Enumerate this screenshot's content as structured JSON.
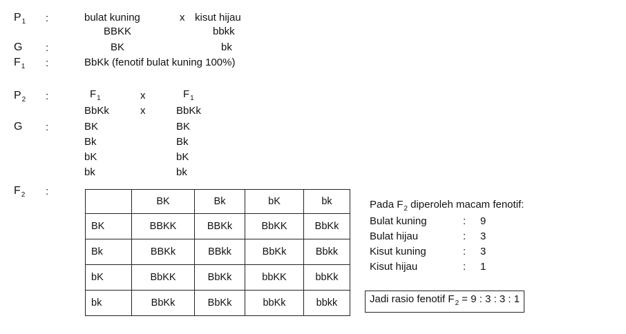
{
  "cross": {
    "p1": {
      "label": "P",
      "label_sub": "1",
      "colon": ":",
      "parent_a": "bulat  kuning",
      "times": "x",
      "parent_b": "kisut  hijau",
      "genotype_a": "BBKK",
      "genotype_b": "bbkk"
    },
    "g1": {
      "label": "G",
      "colon": ":",
      "gamete_a": "BK",
      "gamete_b": "bk"
    },
    "f1": {
      "label": "F",
      "label_sub": "1",
      "colon": ":",
      "text": "BbKk (fenotif bulat  kuning  100%)"
    },
    "p2": {
      "label": "P",
      "label_sub": "2",
      "colon": ":",
      "parent_a": "F",
      "parent_a_sub": "1",
      "times": "x",
      "parent_b": "F",
      "parent_b_sub": "1",
      "genotype_a": "BbKk",
      "times2": "x",
      "genotype_b": "BbKk"
    },
    "g2": {
      "label": "G",
      "colon": ":",
      "gametes_a": [
        "BK",
        "Bk",
        "bK",
        "bk"
      ],
      "gametes_b": [
        "BK",
        "Bk",
        "bK",
        "bk"
      ]
    },
    "f2": {
      "label": "F",
      "label_sub": "2",
      "colon": ":"
    }
  },
  "punnett": {
    "header": [
      "",
      "BK",
      "Bk",
      "bK",
      "bk"
    ],
    "rows": [
      [
        "BK",
        "BBKK",
        "BBKk",
        "BbKK",
        "BbKk"
      ],
      [
        "Bk",
        "BBKk",
        "BBkk",
        "BbKk",
        "Bbkk"
      ],
      [
        "bK",
        "BbKK",
        "BbKk",
        "bbKK",
        "bbKk"
      ],
      [
        "bk",
        "BbKk",
        "BbKk",
        "bbKk",
        "bbkk"
      ]
    ]
  },
  "summary": {
    "title_pre": "Pada F",
    "title_sub": "2",
    "title_post": " diperoleh  macam  fenotif:",
    "phenotypes": [
      {
        "name": "Bulat  kuning",
        "colon": ":",
        "count": "9"
      },
      {
        "name": "Bulat  hijau",
        "colon": ":",
        "count": "3"
      },
      {
        "name": "Kisut  kuning",
        "colon": ":",
        "count": "3"
      },
      {
        "name": "Kisut  hijau",
        "colon": ":",
        "count": "1"
      }
    ],
    "ratio_pre": "Jadi rasio fenotif F",
    "ratio_sub": "2",
    "ratio_post": " = 9 : 3 : 3 : 1"
  }
}
